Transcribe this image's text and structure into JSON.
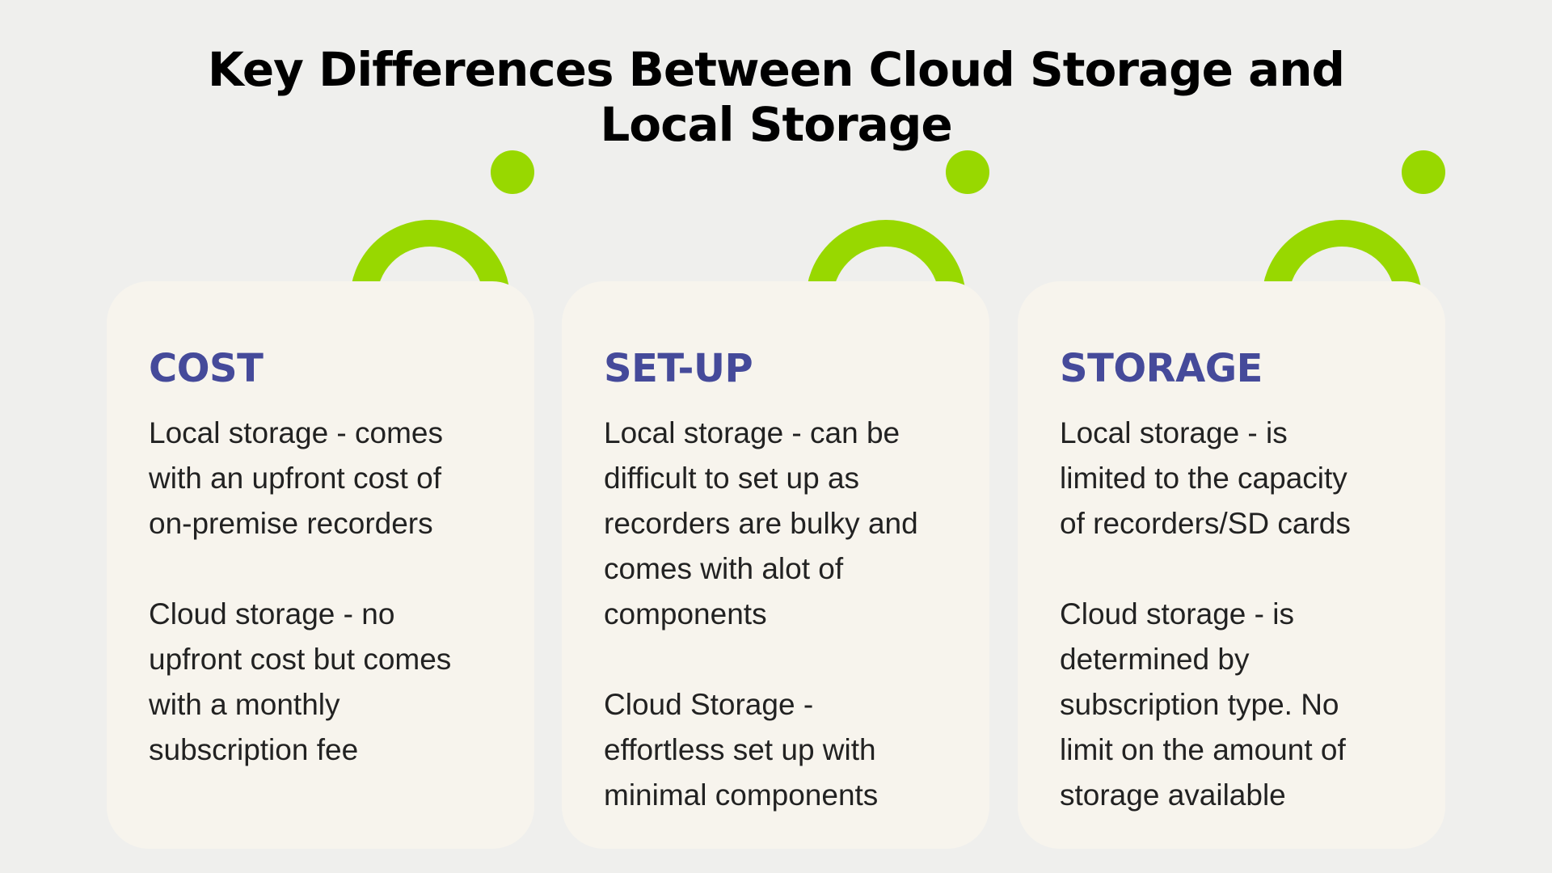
{
  "title": {
    "line1": "Key Differences Between Cloud Storage and",
    "line2": "Local Storage"
  },
  "colors": {
    "background": "#efefed",
    "card": "#f7f4ed",
    "accent_green": "#98d800",
    "heading": "#454a9a",
    "body_text": "#222222"
  },
  "cards": [
    {
      "heading": "COST",
      "paragraphs": [
        [
          "Local storage - comes",
          "with an upfront cost of",
          "on-premise recorders"
        ],
        [
          "Cloud storage - no",
          "upfront cost but comes",
          "with a monthly",
          "subscription fee"
        ]
      ]
    },
    {
      "heading": "SET-UP",
      "paragraphs": [
        [
          "Local storage - can be",
          "difficult to set up as",
          "recorders are bulky and",
          "comes with alot of",
          "components"
        ],
        [
          "Cloud Storage -",
          "effortless set up with",
          "minimal components"
        ]
      ]
    },
    {
      "heading": "STORAGE",
      "paragraphs": [
        [
          "Local storage - is",
          "limited to the capacity",
          "of recorders/SD cards"
        ],
        [
          "Cloud storage - is",
          "determined by",
          "subscription type. No",
          "limit on the amount of",
          "storage available"
        ]
      ]
    }
  ]
}
